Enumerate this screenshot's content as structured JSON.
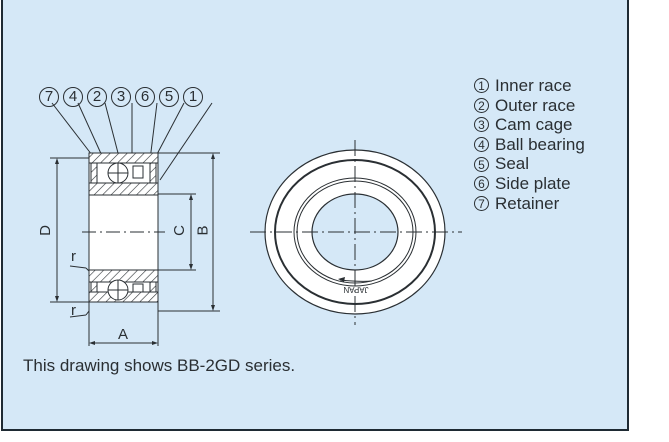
{
  "diagram": {
    "title_caption": "This drawing shows BB-2GD series.",
    "callout_order": [
      "7",
      "4",
      "2",
      "3",
      "6",
      "5",
      "1"
    ],
    "legend": [
      {
        "num": "1",
        "label": "Inner race"
      },
      {
        "num": "2",
        "label": "Outer race"
      },
      {
        "num": "3",
        "label": "Cam cage"
      },
      {
        "num": "4",
        "label": "Ball bearing"
      },
      {
        "num": "5",
        "label": "Seal"
      },
      {
        "num": "6",
        "label": "Side plate"
      },
      {
        "num": "7",
        "label": "Retainer"
      }
    ],
    "dimensions": {
      "A": "A",
      "B": "B",
      "C": "C",
      "D": "D",
      "r_top": "r",
      "r_bottom": "r"
    },
    "ring_marking": "JAPAN",
    "colors": {
      "background": "#d5e8f7",
      "line": "#2a2f33",
      "fill": "#ffffff"
    }
  }
}
